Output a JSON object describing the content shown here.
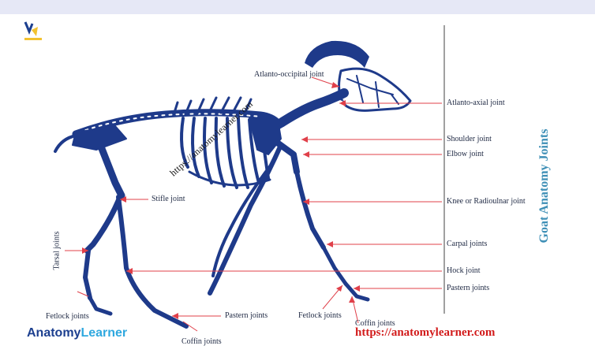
{
  "title": "Goat Anatomy Joints",
  "watermark": "https://anatomylearner.com",
  "brand": {
    "part1": "Anatomy",
    "part2": "Learner"
  },
  "url": "https://anatomylearner.com",
  "labels": {
    "atlanto_occipital": "Atlanto-occipital joint",
    "atlanto_axial": "Atlanto-axial joint",
    "shoulder": "Shoulder joint",
    "elbow": "Elbow joint",
    "knee": "Knee or Radioulnar  joint",
    "carpal": "Carpal joints",
    "hock": "Hock joint",
    "pastern_front": "Pastern joints",
    "coffin_front": "Coffin joints",
    "fetlock_front": "Fetlock joints",
    "pastern_hind": "Pastern joints",
    "coffin_hind": "Coffin joints",
    "fetlock_hind": "Fetlock joints",
    "stifle": "Stifle joint",
    "tarsal": "Tarsal joints"
  },
  "colors": {
    "bone": "#1e3a8a",
    "arrow": "#e0404a",
    "title": "#3e8fb6",
    "url": "#d21b1b"
  }
}
